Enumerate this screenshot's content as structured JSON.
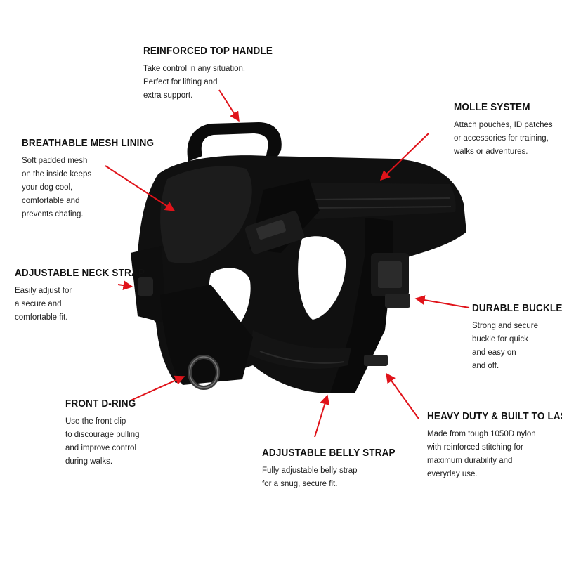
{
  "features": {
    "top_handle": {
      "title": "REINFORCED TOP HANDLE",
      "desc": "Take control in any situation.\nPerfect for lifting and\nextra support."
    },
    "molle": {
      "title": "MOLLE SYSTEM",
      "desc": "Attach pouches, ID patches\nor accessories for training,\nwalks or adventures."
    },
    "mesh": {
      "title": "BREATHABLE MESH LINING",
      "desc": "Soft padded mesh\non the inside keeps\nyour dog cool,\ncomfortable and\nprevents chafing."
    },
    "neck": {
      "title": "ADJUSTABLE NECK STRAP",
      "desc": "Easily adjust for\na secure and\ncomfortable fit."
    },
    "buckle": {
      "title": "DURABLE BUCKLE",
      "desc": "Strong and secure\nbuckle for quick\nand easy on\nand off."
    },
    "dring": {
      "title": "FRONT D-RING",
      "desc": "Use the front clip\nto discourage pulling\nand improve control\nduring walks."
    },
    "belly": {
      "title": "ADJUSTABLE BELLY STRAP",
      "desc": "Fully adjustable belly strap\nfor a snug, secure fit."
    },
    "heavy": {
      "title": "HEAVY DUTY & BUILT TO LAST",
      "desc": "Made from tough 1050D nylon\nwith reinforced stitching for\nmaximum durability and\neveryday use."
    }
  },
  "colors": {
    "arrow": "#e0131a",
    "harness": "#0d0d0d",
    "text": "#111111"
  }
}
